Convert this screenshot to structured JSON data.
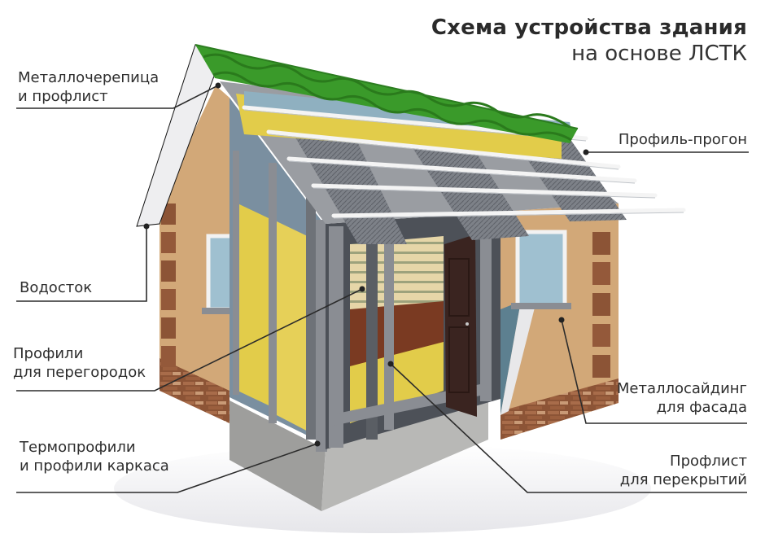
{
  "title": {
    "main": "Схема устройства здания",
    "sub": "на основе ЛСТК"
  },
  "labels": {
    "roof_tile": {
      "line1": "Металлочерепица",
      "line2": "и профлист"
    },
    "gutter": {
      "line1": "Водосток"
    },
    "partition_profiles": {
      "line1": "Профили",
      "line2": "для перегородок"
    },
    "thermo_profiles": {
      "line1": "Термопрофили",
      "line2": "и профили каркаса"
    },
    "purlin_profile": {
      "line1": "Профиль-прогон"
    },
    "facade_siding": {
      "line1": "Металлосайдинг",
      "line2": "для фасада"
    },
    "floor_profsheet": {
      "line1": "Профлист",
      "line2": "для перекрытий"
    }
  },
  "colors": {
    "roof_green": "#3a9a2a",
    "roof_green_dark": "#2a7a1c",
    "insulation_yellow": "#e2cc4a",
    "steel_gray": "#8a8d93",
    "steel_dark": "#4d5158",
    "plaster_tan": "#d2a878",
    "brick_brown": "#8c5436",
    "concrete": "#b4b4b2",
    "door_brown": "#3a2420",
    "membrane_blue": "#8fb0c0",
    "leader_line": "#2b2b2b"
  }
}
